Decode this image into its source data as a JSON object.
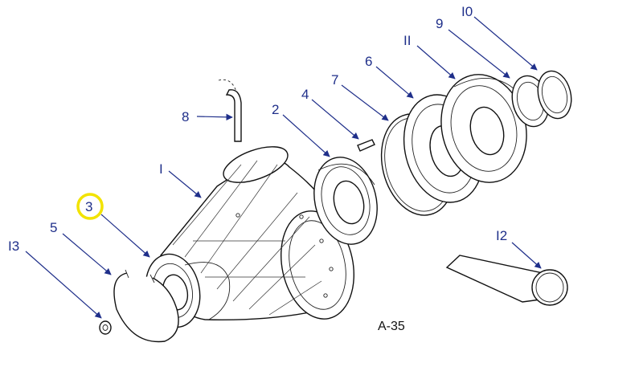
{
  "diagram": {
    "sheet_label": "A-35",
    "highlighted_callout": "3",
    "highlight_color": "#f2e300",
    "callout_color": "#1f2f8a",
    "callouts": [
      {
        "id": "c1",
        "label": "I"
      },
      {
        "id": "c2",
        "label": "2"
      },
      {
        "id": "c3",
        "label": "3"
      },
      {
        "id": "c4",
        "label": "4"
      },
      {
        "id": "c5",
        "label": "5"
      },
      {
        "id": "c6",
        "label": "6"
      },
      {
        "id": "c7",
        "label": "7"
      },
      {
        "id": "c8",
        "label": "8"
      },
      {
        "id": "c9",
        "label": "9"
      },
      {
        "id": "c10",
        "label": "I0"
      },
      {
        "id": "c11",
        "label": "II"
      },
      {
        "id": "c12",
        "label": "I2"
      },
      {
        "id": "c13",
        "label": "I3"
      }
    ]
  }
}
